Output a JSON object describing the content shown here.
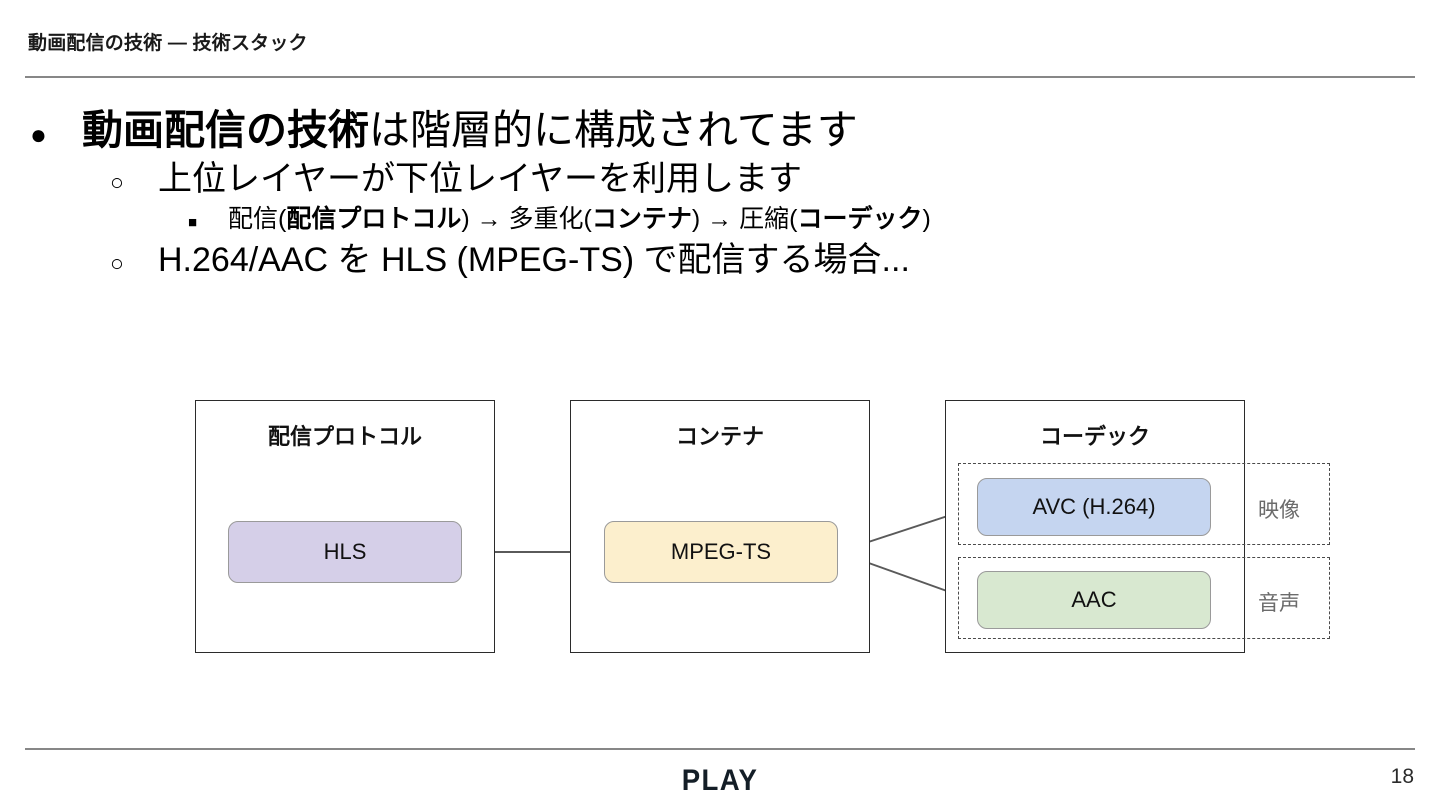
{
  "header": {
    "title": "動画配信の技術 ― 技術スタック"
  },
  "bullets": [
    {
      "level": 1,
      "marker": "●",
      "segments": [
        {
          "text": "動画配信の技術",
          "bold": true
        },
        {
          "text": "は階層的に構成されてます",
          "bold": false
        }
      ]
    },
    {
      "level": 2,
      "marker": "○",
      "segments": [
        {
          "text": "上位レイヤーが下位レイヤーを利用します",
          "bold": false
        }
      ]
    },
    {
      "level": 3,
      "marker": "■",
      "segments": [
        {
          "text": "配信(",
          "bold": false
        },
        {
          "text": "配信プロトコル",
          "bold": true
        },
        {
          "text": ") → 多重化(",
          "bold": false
        },
        {
          "text": "コンテナ",
          "bold": true
        },
        {
          "text": ") → 圧縮(",
          "bold": false
        },
        {
          "text": "コーデック",
          "bold": true
        },
        {
          "text": ")",
          "bold": false
        }
      ]
    },
    {
      "level": 2,
      "marker": "○",
      "segments": [
        {
          "text": "H.264/AAC を HLS (MPEG-TS) で配信する場合...",
          "bold": false
        }
      ]
    }
  ],
  "diagram": {
    "layers": [
      {
        "title": "配信プロトコル",
        "node": "HLS",
        "node_color": "#d5cfe8"
      },
      {
        "title": "コンテナ",
        "node": "MPEG-TS",
        "node_color": "#fcefcd"
      },
      {
        "title": "コーデック",
        "node": null,
        "node_color": null
      }
    ],
    "codec_groups": [
      {
        "label": "映像",
        "node": "AVC (H.264)",
        "node_color": "#c5d5f0"
      },
      {
        "label": "音声",
        "node": "AAC",
        "node_color": "#d8e8d0"
      }
    ],
    "arrow_color": "#5a5a5a"
  },
  "footer": {
    "logo": "PLAY",
    "page_number": "18"
  }
}
